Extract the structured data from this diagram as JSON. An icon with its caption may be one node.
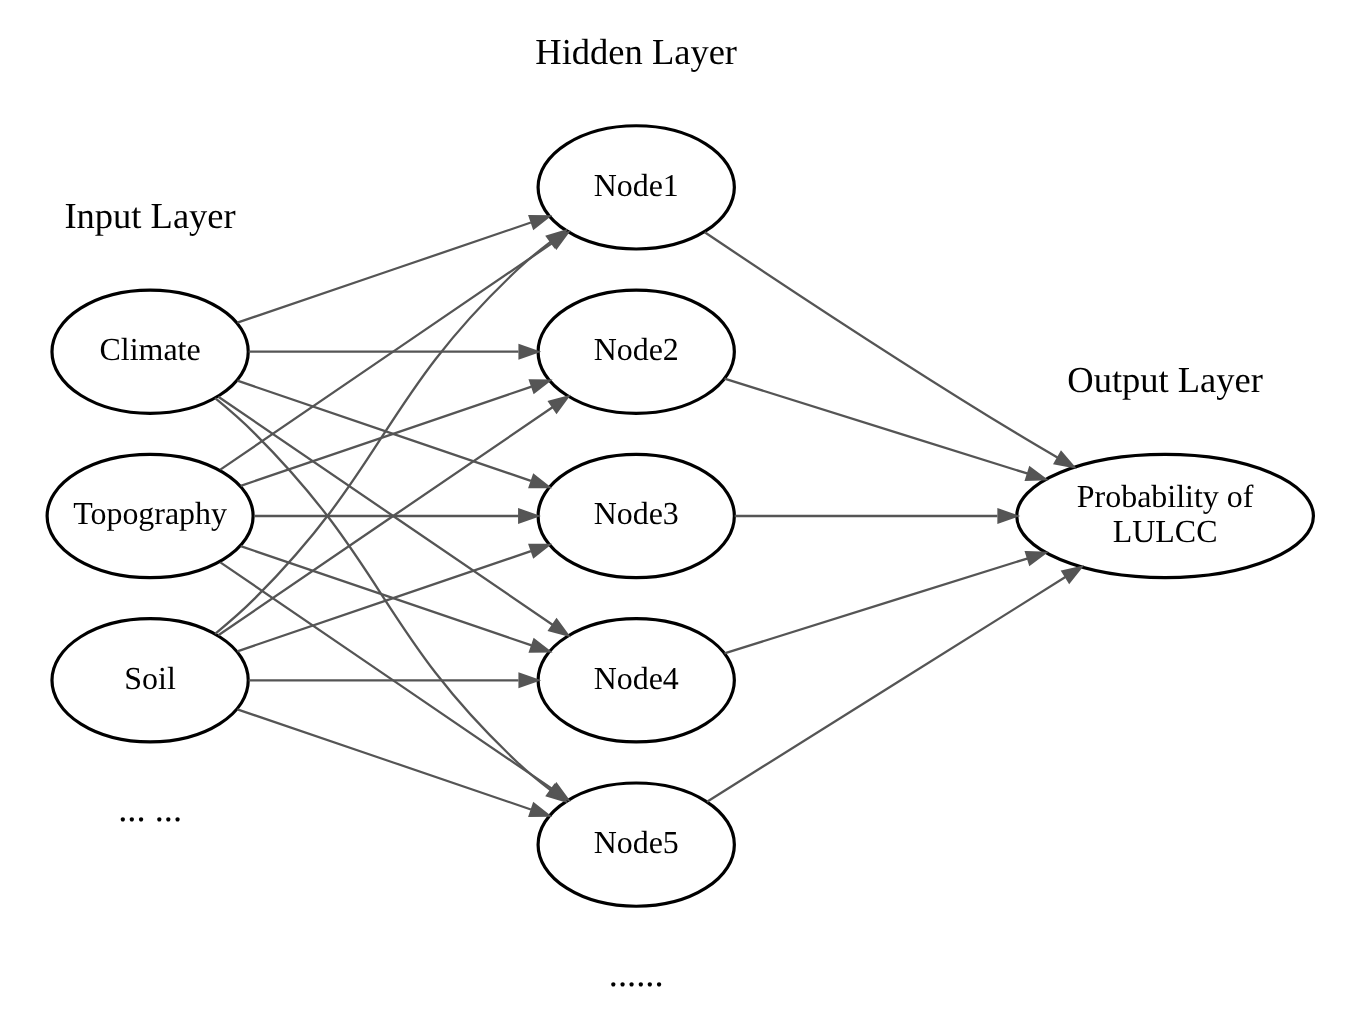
{
  "diagram": {
    "nodes": [
      {
        "text": [
          "Climate"
        ]
      },
      {
        "text": [
          "Topography"
        ]
      },
      {
        "text": [
          "Soil"
        ]
      },
      {
        "text": [
          "Node1"
        ]
      },
      {
        "text": [
          "Node2"
        ]
      },
      {
        "text": [
          "Node3"
        ]
      },
      {
        "text": [
          "Node4"
        ]
      },
      {
        "text": [
          "Node5"
        ]
      },
      {
        "text": [
          "Probability of LULCC"
        ]
      }
    ],
    "edges": [
      {
        "from": 0,
        "to": 3,
        "arrow": "to"
      },
      {
        "from": 0,
        "to": 4,
        "arrow": "to"
      },
      {
        "from": 0,
        "to": 5,
        "arrow": "to"
      },
      {
        "from": 0,
        "to": 6,
        "arrow": "to"
      },
      {
        "from": 0,
        "to": 7,
        "arrow": "to"
      },
      {
        "from": 1,
        "to": 3,
        "arrow": "to"
      },
      {
        "from": 1,
        "to": 4,
        "arrow": "to"
      },
      {
        "from": 1,
        "to": 5,
        "arrow": "to"
      },
      {
        "from": 1,
        "to": 6,
        "arrow": "to"
      },
      {
        "from": 1,
        "to": 7,
        "arrow": "to"
      },
      {
        "from": 2,
        "to": 3,
        "arrow": "to"
      },
      {
        "from": 2,
        "to": 4,
        "arrow": "to"
      },
      {
        "from": 2,
        "to": 5,
        "arrow": "to"
      },
      {
        "from": 2,
        "to": 6,
        "arrow": "to"
      },
      {
        "from": 2,
        "to": 7,
        "arrow": "to"
      },
      {
        "from": 3,
        "to": 8,
        "arrow": "to"
      },
      {
        "from": 4,
        "to": 8,
        "arrow": "to"
      },
      {
        "from": 5,
        "to": 8,
        "arrow": "to"
      },
      {
        "from": 6,
        "to": 8,
        "arrow": "to"
      },
      {
        "from": 7,
        "to": 8,
        "arrow": "to"
      }
    ],
    "labels": [
      "Hidden Layer",
      "Input Layer",
      "Output Layer",
      "... ...",
      "......"
    ]
  }
}
